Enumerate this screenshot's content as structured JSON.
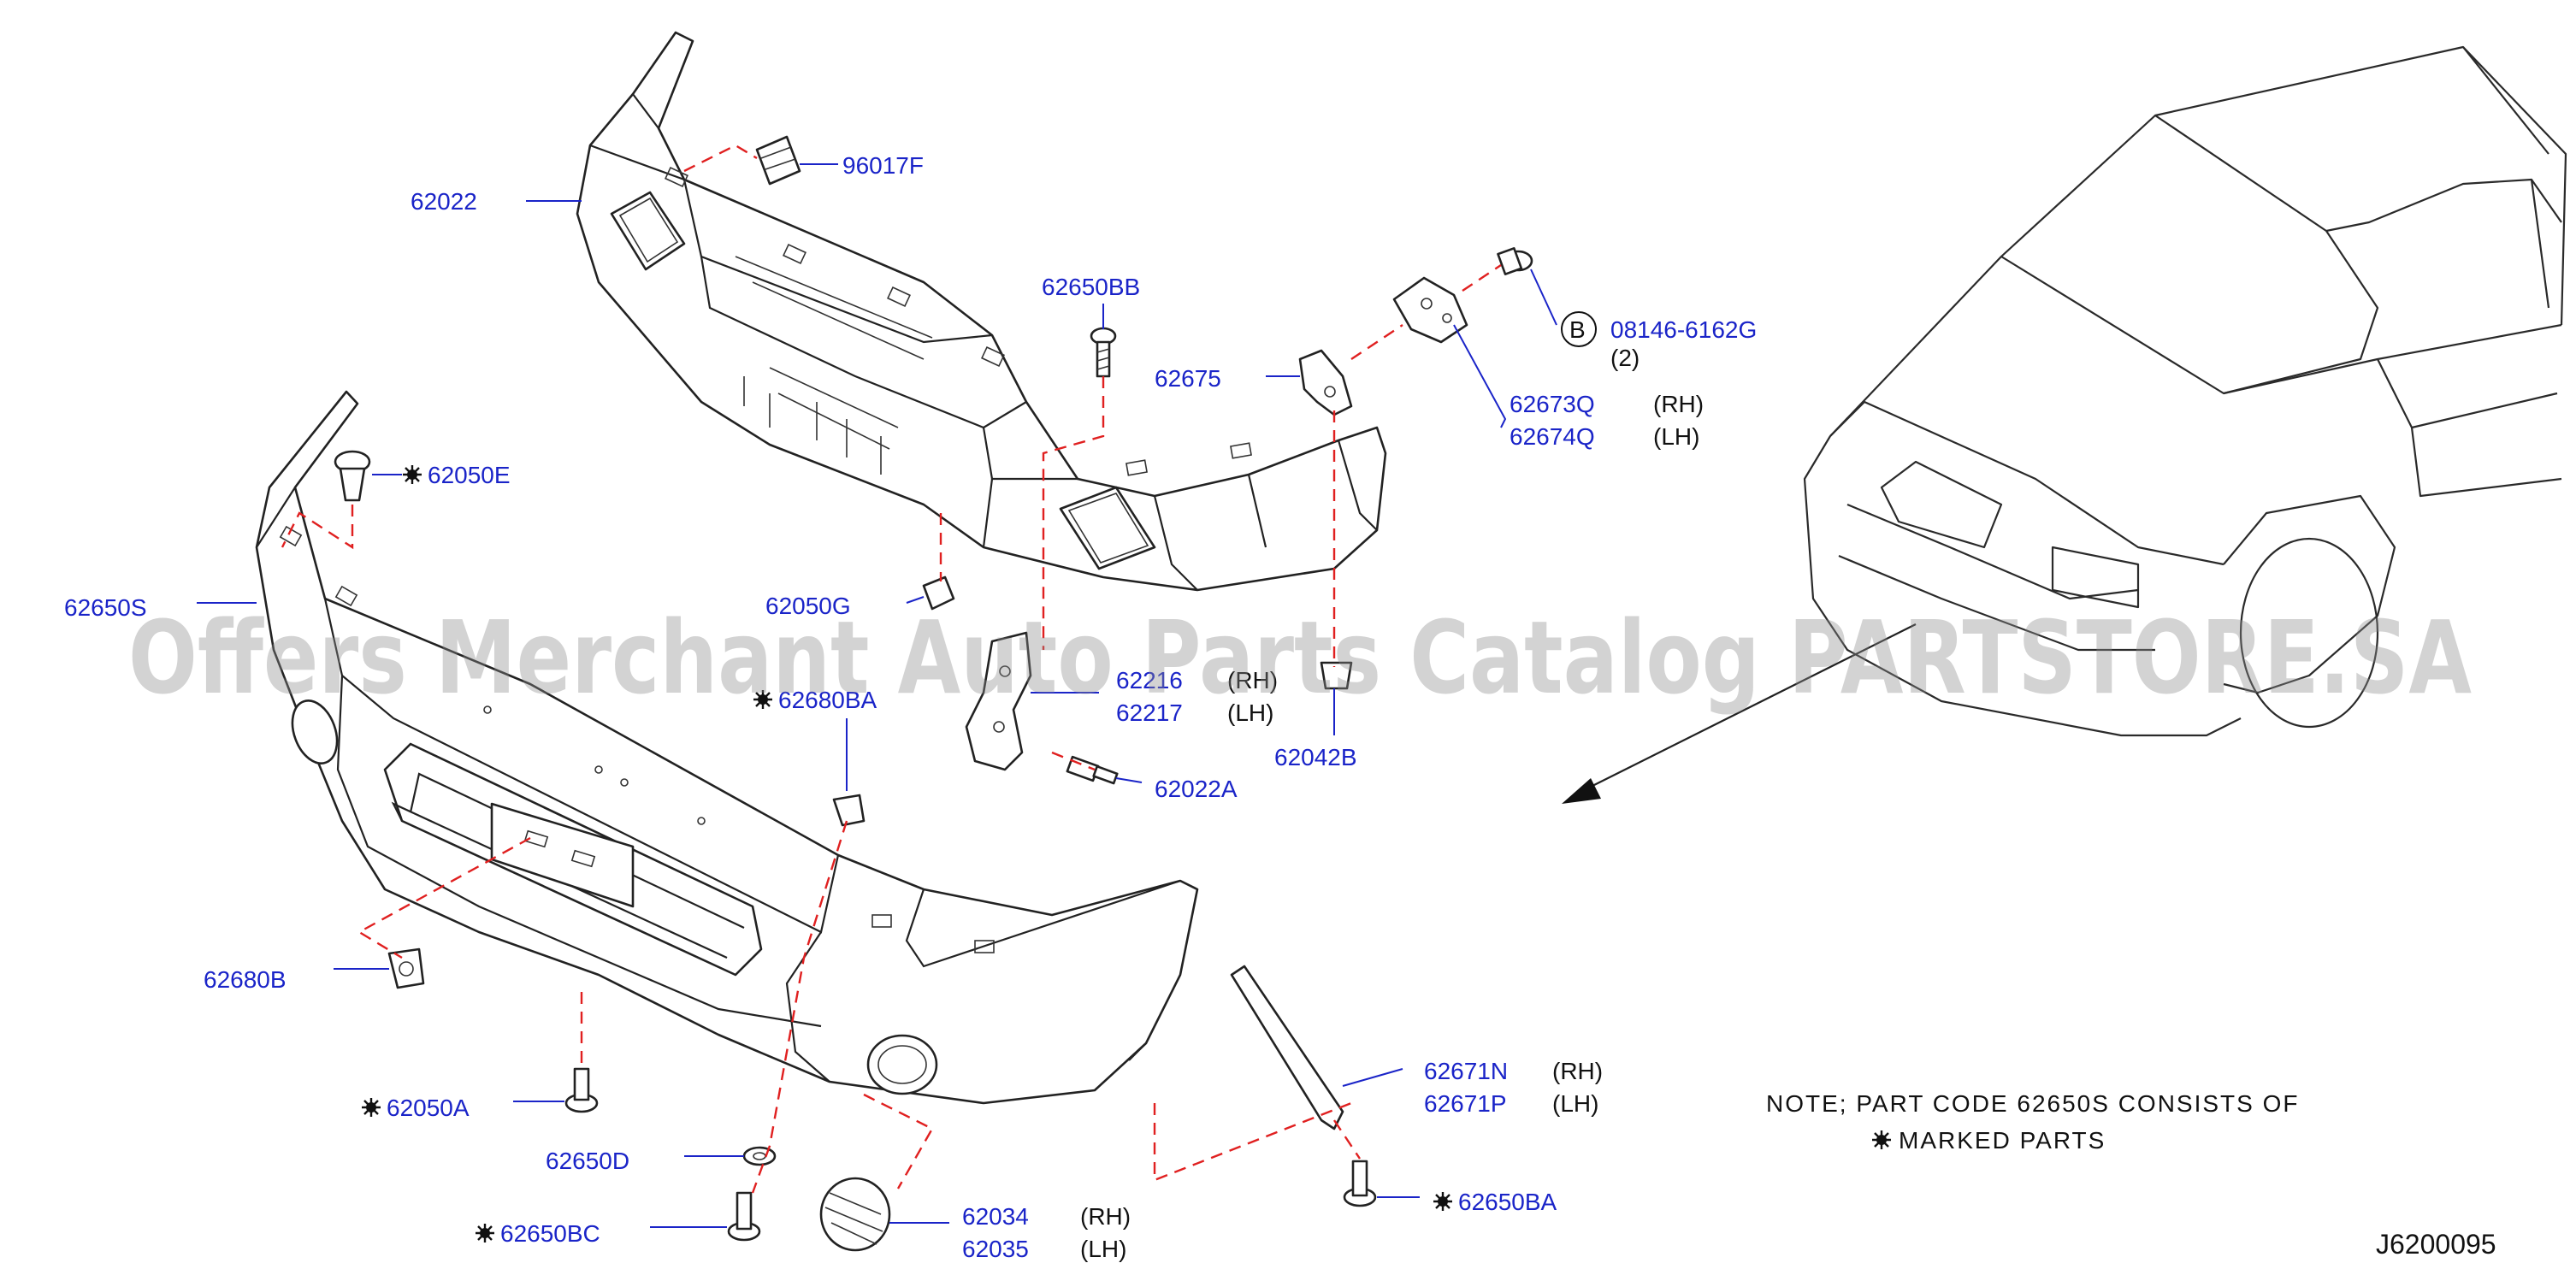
{
  "diagram_code": "J6200095",
  "watermark": "Offers Merchant Auto Parts Catalog PARTSTORE.SA",
  "note": {
    "line1": "NOTE;  PART  CODE  62650S  CONSISTS  OF",
    "line2": "MARKED  PARTS"
  },
  "callout": {
    "letter": "B",
    "part": "08146-6162G",
    "qty": "(2)"
  },
  "labels": {
    "p96017F": "96017F",
    "p62022": "62022",
    "p62650BB": "62650BB",
    "p62675": "62675",
    "p62673Q": "62673Q",
    "p62674Q": "62674Q",
    "rh1": "(RH)",
    "lh1": "(LH)",
    "p62050E": "62050E",
    "p62650S": "62650S",
    "p62050G": "62050G",
    "p62216": "62216",
    "p62217": "62217",
    "rh2": "(RH)",
    "lh2": "(LH)",
    "p62680BA": "62680BA",
    "p62042B": "62042B",
    "p62022A": "62022A",
    "p62680B": "62680B",
    "p62050A": "62050A",
    "p62650D": "62650D",
    "p62650BC": "62650BC",
    "p62034": "62034",
    "p62035": "62035",
    "rh3": "(RH)",
    "lh3": "(LH)",
    "p62671N": "62671N",
    "p62671P": "62671P",
    "rh4": "(RH)",
    "lh4": "(LH)",
    "p62650BA": "62650BA"
  },
  "colors": {
    "part_number": "#1a24c8",
    "leader_dash": "#e02020",
    "drawing": "#222222"
  }
}
